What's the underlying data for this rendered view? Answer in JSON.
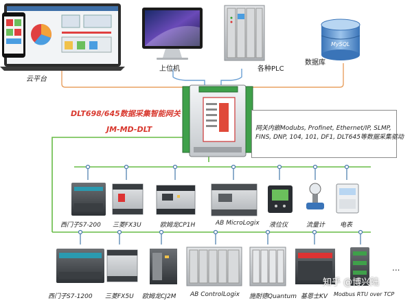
{
  "top_devices": {
    "cloud": "云平台",
    "host": "上位机",
    "plc": "各种PLC",
    "database": "数据库",
    "db_logo": "MySQL"
  },
  "gateway": {
    "title": "DLT698/645数据采集智能网关",
    "model": "JM-MD-DLT"
  },
  "protocol_note": {
    "line1": "网关内嵌Modubs, Profinet, Ethernet/IP, SLMP,",
    "line2": "FINS, DNP, 104, 101, DF1, DLT645等数据采集驱动"
  },
  "row1": [
    "西门子S7-200",
    "三菱FX3U",
    "欧姆龙CP1H",
    "AB MicroLogix",
    "液位仪",
    "流量计",
    "电表"
  ],
  "row2": [
    "西门子S7-1200",
    "三菱FX5U",
    "欧姆龙CJ2M",
    "AB ControlLogix",
    "施耐德Quantum",
    "基恩士KV",
    "Modbus RTU over TCP"
  ],
  "more": "...",
  "watermark": "知乎 @博兴陆",
  "colors": {
    "ethernet_line": "#e8a060",
    "lan_line": "#6a9fd4",
    "bus_line": "#66bb44",
    "title_red": "#d8382e",
    "gateway_green": "#3fa04a"
  }
}
